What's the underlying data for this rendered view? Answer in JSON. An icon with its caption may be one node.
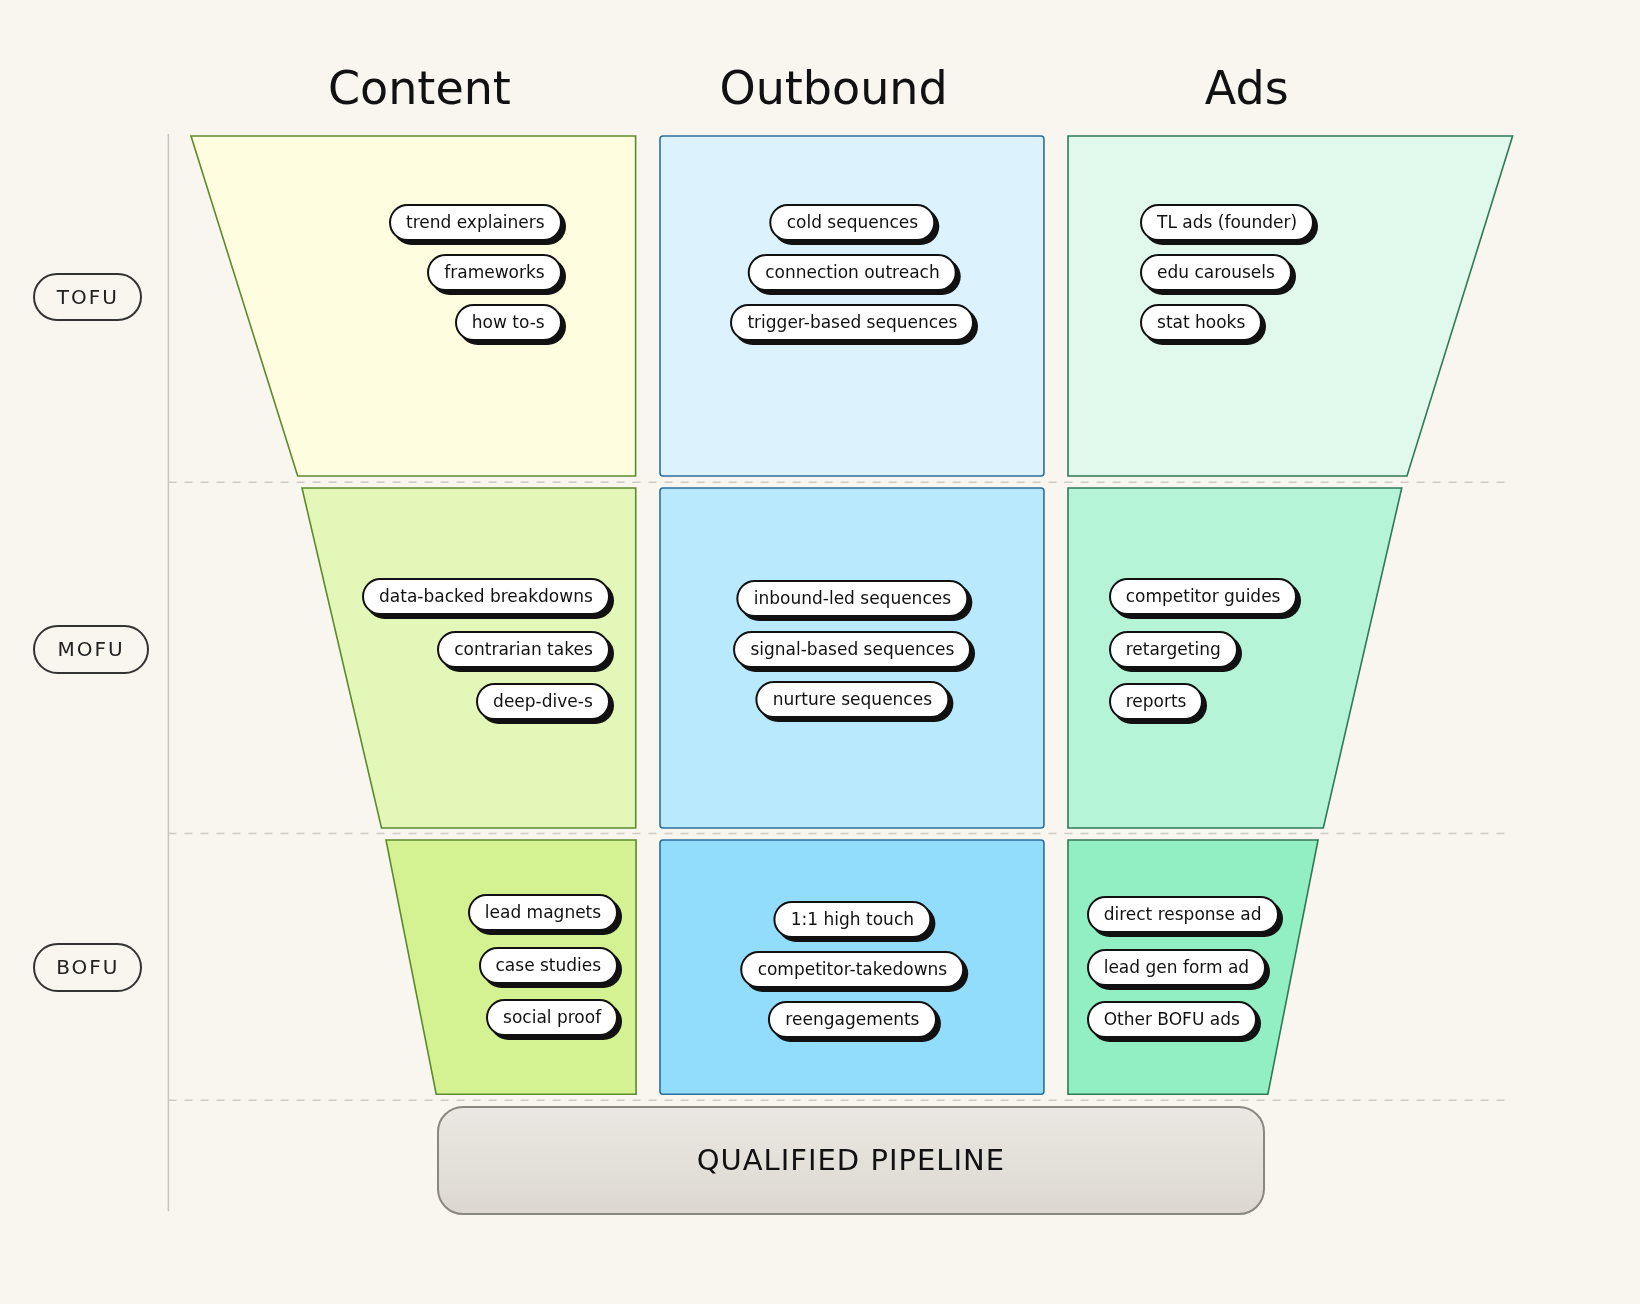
{
  "diagram": {
    "nodes": [
      {
        "text": [
          "TOFU"
        ]
      },
      {
        "text": [],
        "shape": "trapezoid"
      },
      {
        "text": [
          "trend explainers"
        ],
        "in": 1
      },
      {
        "text": [
          "frameworks"
        ],
        "in": 1
      },
      {
        "text": [
          "how to-s"
        ],
        "in": 1
      },
      {
        "text": [],
        "shape": "box"
      },
      {
        "text": [
          "cold sequences"
        ],
        "in": 5
      },
      {
        "text": [
          "connection outreach"
        ],
        "in": 5
      },
      {
        "text": [
          "trigger-based sequences"
        ],
        "in": 5
      },
      {
        "text": [],
        "shape": "trapezoid"
      },
      {
        "text": [
          "TL ads (founder)"
        ],
        "in": 9
      },
      {
        "text": [
          "edu carousels"
        ],
        "in": 9
      },
      {
        "text": [
          "stat hooks"
        ],
        "in": 9
      },
      {
        "text": [
          "MOFU"
        ]
      },
      {
        "text": [],
        "shape": "trapezoid"
      },
      {
        "text": [
          "data-backed breakdowns"
        ],
        "in": 14
      },
      {
        "text": [
          "contrarian takes"
        ],
        "in": 14
      },
      {
        "text": [
          "deep-dive-s"
        ],
        "in": 14
      },
      {
        "text": [],
        "shape": "box"
      },
      {
        "text": [
          "inbound-led sequences"
        ],
        "in": 18
      },
      {
        "text": [
          "signal-based sequences"
        ],
        "in": 18
      },
      {
        "text": [
          "nurture sequences"
        ],
        "in": 18
      },
      {
        "text": [],
        "shape": "trapezoid"
      },
      {
        "text": [
          "competitor guides"
        ],
        "in": 22
      },
      {
        "text": [
          "retargeting"
        ],
        "in": 22
      },
      {
        "text": [
          "reports"
        ],
        "in": 22
      },
      {
        "text": [
          "BOFU"
        ]
      },
      {
        "text": [],
        "shape": "trapezoid"
      },
      {
        "text": [
          "lead magnets"
        ],
        "in": 27
      },
      {
        "text": [
          "case studies"
        ],
        "in": 27
      },
      {
        "text": [
          "social proof"
        ],
        "in": 27
      },
      {
        "text": [],
        "shape": "box"
      },
      {
        "text": [
          "1:1 high touch"
        ],
        "in": 31
      },
      {
        "text": [
          "competitor-takedowns"
        ],
        "in": 31
      },
      {
        "text": [
          "reengagements"
        ],
        "in": 31
      },
      {
        "text": [],
        "shape": "trapezoid"
      },
      {
        "text": [
          "direct response ad"
        ],
        "in": 35
      },
      {
        "text": [
          "lead gen form ad"
        ],
        "in": 35
      },
      {
        "text": [
          "Other BOFU ads"
        ],
        "in": 35
      },
      {
        "text": [
          "QUALIFIED PIPELINE"
        ]
      }
    ],
    "edges": [],
    "labels": [
      "Content",
      "Outbound",
      "Ads"
    ]
  }
}
